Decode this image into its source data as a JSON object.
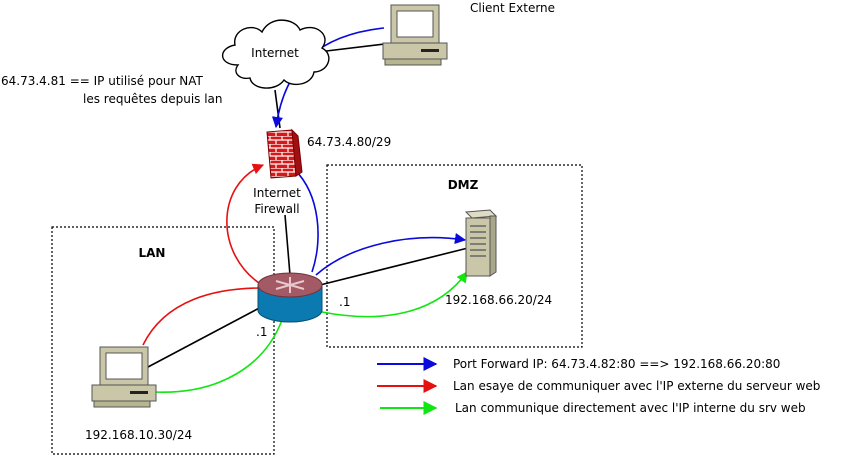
{
  "labels": {
    "client_externe": "Client Externe",
    "internet": "Internet",
    "nat_line1": "64.73.4.81 == IP utilisé pour NAT",
    "nat_line2": "les requêtes depuis lan",
    "firewall_ip": "64.73.4.80/29",
    "firewall_line1": "Internet",
    "firewall_line2": "Firewall",
    "dmz": "DMZ",
    "lan": "LAN",
    "router_dmz_iface": ".1",
    "router_lan_iface": ".1",
    "server_ip": "192.168.66.20/24",
    "lan_pc_ip": "192.168.10.30/24"
  },
  "legend": [
    {
      "color": "#0a0adc",
      "text": "Port Forward IP: 64.73.4.82:80 ==> 192.168.66.20:80"
    },
    {
      "color": "#e61010",
      "text": "Lan esaye de communiquer avec l'IP externe du serveur web"
    },
    {
      "color": "#10e610",
      "text": "Lan communique directement avec l'IP interne du srv web"
    }
  ],
  "icons": {
    "cloud": "cloud-icon",
    "firewall": "firewall-icon",
    "router": "router-icon",
    "server": "server-icon",
    "computer": "computer-icon"
  }
}
